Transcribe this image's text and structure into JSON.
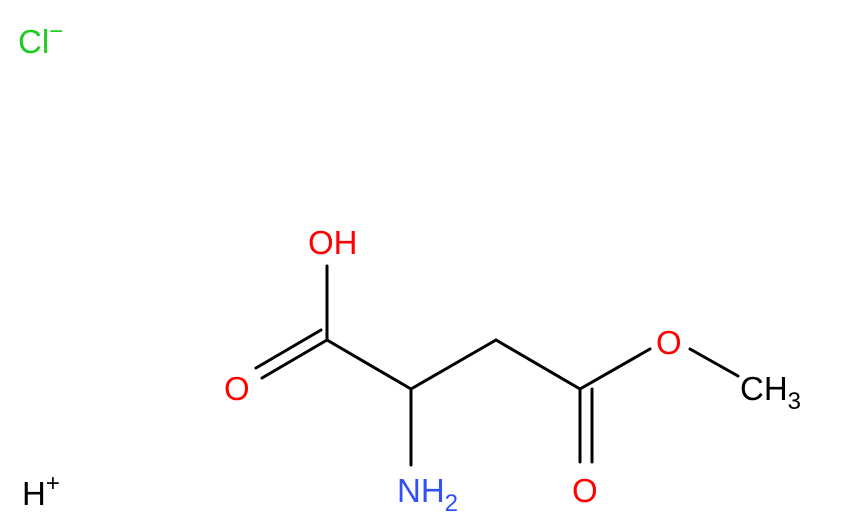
{
  "colors": {
    "bond": "#000000",
    "oxygen": "#ff0000",
    "nitrogen": "#3050f8",
    "chlorine": "#1fcc1f",
    "hydrogen_ion": "#000000",
    "carbon_label": "#000000"
  },
  "labels": {
    "chloride": {
      "symbol": "Cl",
      "charge": "−"
    },
    "proton": {
      "symbol": "H",
      "charge": "+"
    },
    "hydroxyl": "OH",
    "carboxyl_oxygen": "O",
    "ester_carbonyl_oxygen": "O",
    "ester_oxygen": "O",
    "amine": {
      "symbol": "NH",
      "subscript": "2"
    },
    "methyl": {
      "symbol": "CH",
      "subscript": "3"
    }
  }
}
